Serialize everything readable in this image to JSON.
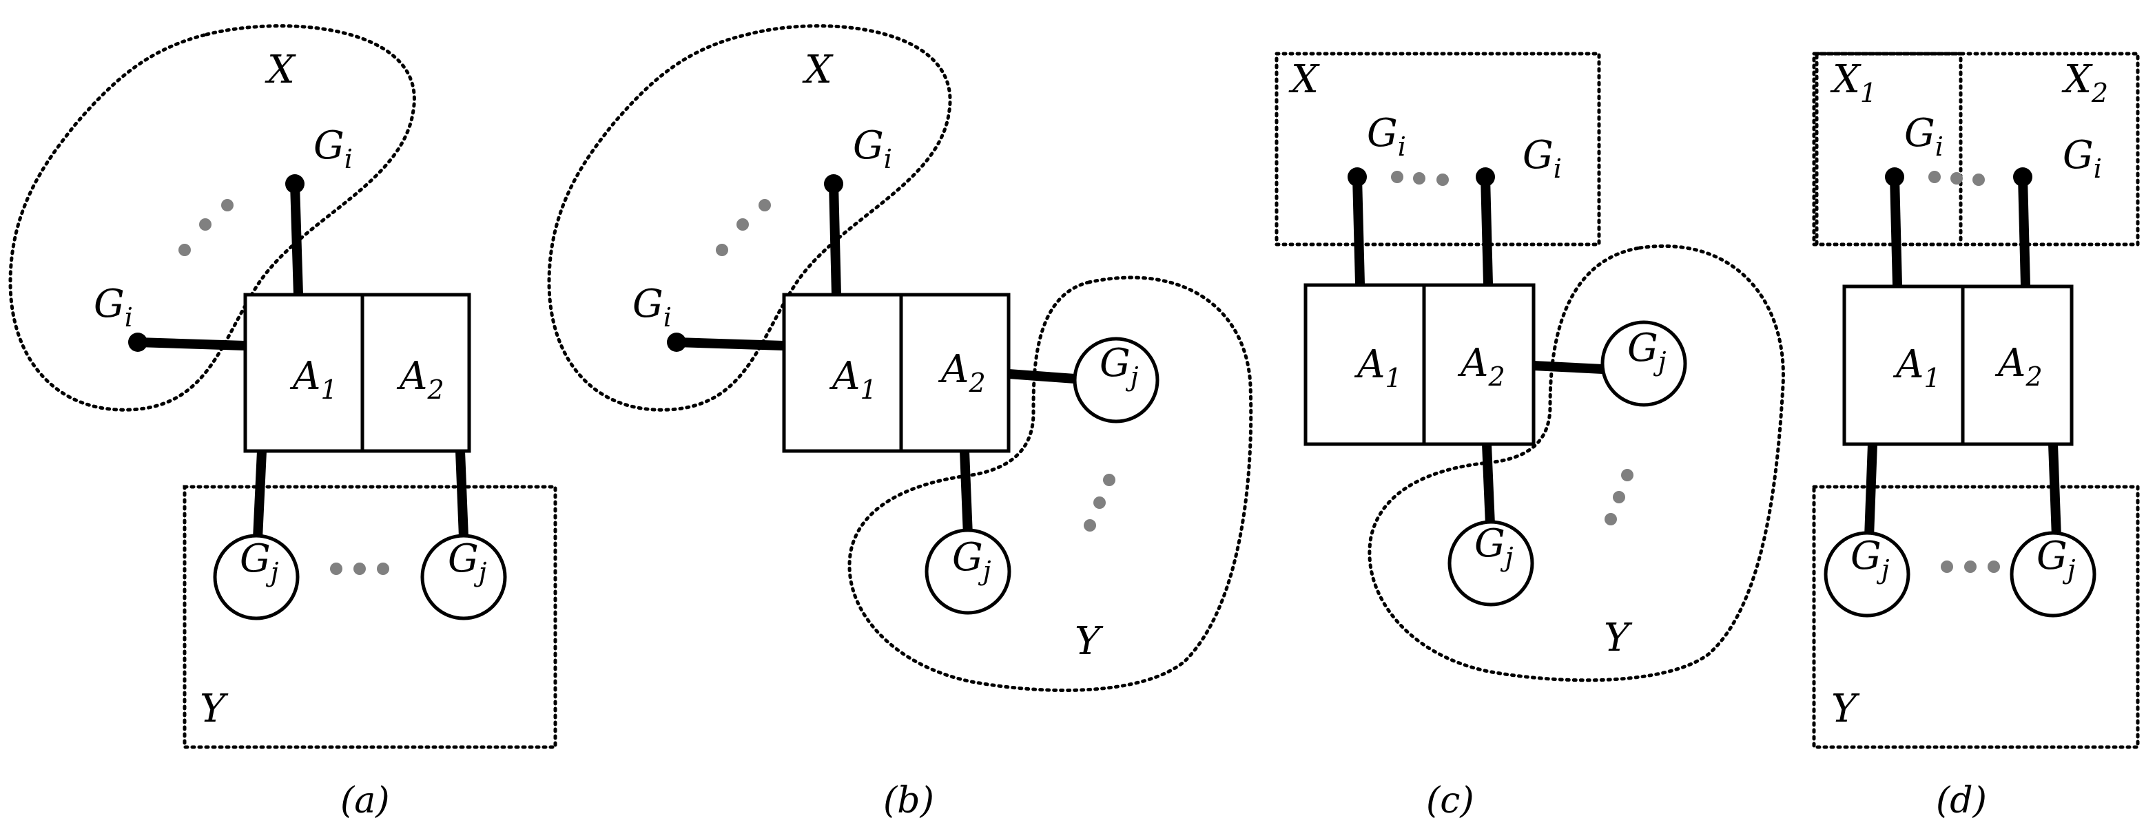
{
  "panels": [
    {
      "id": "a",
      "caption": "(a)",
      "regions": {
        "upper": "X",
        "lower": "Y"
      },
      "box_cells": [
        {
          "main": "A",
          "sub": "1"
        },
        {
          "main": "A",
          "sub": "2"
        }
      ],
      "nodes": {
        "gi_top": {
          "main": "G",
          "sub": "i"
        },
        "gi_left": {
          "main": "G",
          "sub": "i"
        },
        "gj_1": {
          "main": "G",
          "sub": "j"
        },
        "gj_2": {
          "main": "G",
          "sub": "j"
        }
      }
    },
    {
      "id": "b",
      "caption": "(b)",
      "regions": {
        "upper": "X",
        "lower": "Y"
      },
      "box_cells": [
        {
          "main": "A",
          "sub": "1"
        },
        {
          "main": "A",
          "sub": "2"
        }
      ],
      "nodes": {
        "gi_top": {
          "main": "G",
          "sub": "i"
        },
        "gi_left": {
          "main": "G",
          "sub": "i"
        },
        "gj_1": {
          "main": "G",
          "sub": "j"
        },
        "gj_2": {
          "main": "G",
          "sub": "j"
        }
      }
    },
    {
      "id": "c",
      "caption": "(c)",
      "regions": {
        "upper": "X",
        "lower": "Y"
      },
      "box_cells": [
        {
          "main": "A",
          "sub": "1"
        },
        {
          "main": "A",
          "sub": "2"
        }
      ],
      "nodes": {
        "gi_1": {
          "main": "G",
          "sub": "i"
        },
        "gi_2": {
          "main": "G",
          "sub": "i"
        },
        "gj_1": {
          "main": "G",
          "sub": "j"
        },
        "gj_2": {
          "main": "G",
          "sub": "j"
        }
      }
    },
    {
      "id": "d",
      "caption": "(d)",
      "regions": {
        "upper_left": {
          "main": "X",
          "sub": "1"
        },
        "upper_right": {
          "main": "X",
          "sub": "2"
        },
        "lower": "Y"
      },
      "box_cells": [
        {
          "main": "A",
          "sub": "1"
        },
        {
          "main": "A",
          "sub": "2"
        }
      ],
      "nodes": {
        "gi_1": {
          "main": "G",
          "sub": "i"
        },
        "gi_2": {
          "main": "G",
          "sub": "i"
        },
        "gj_1": {
          "main": "G",
          "sub": "j"
        },
        "gj_2": {
          "main": "G",
          "sub": "j"
        }
      }
    }
  ]
}
